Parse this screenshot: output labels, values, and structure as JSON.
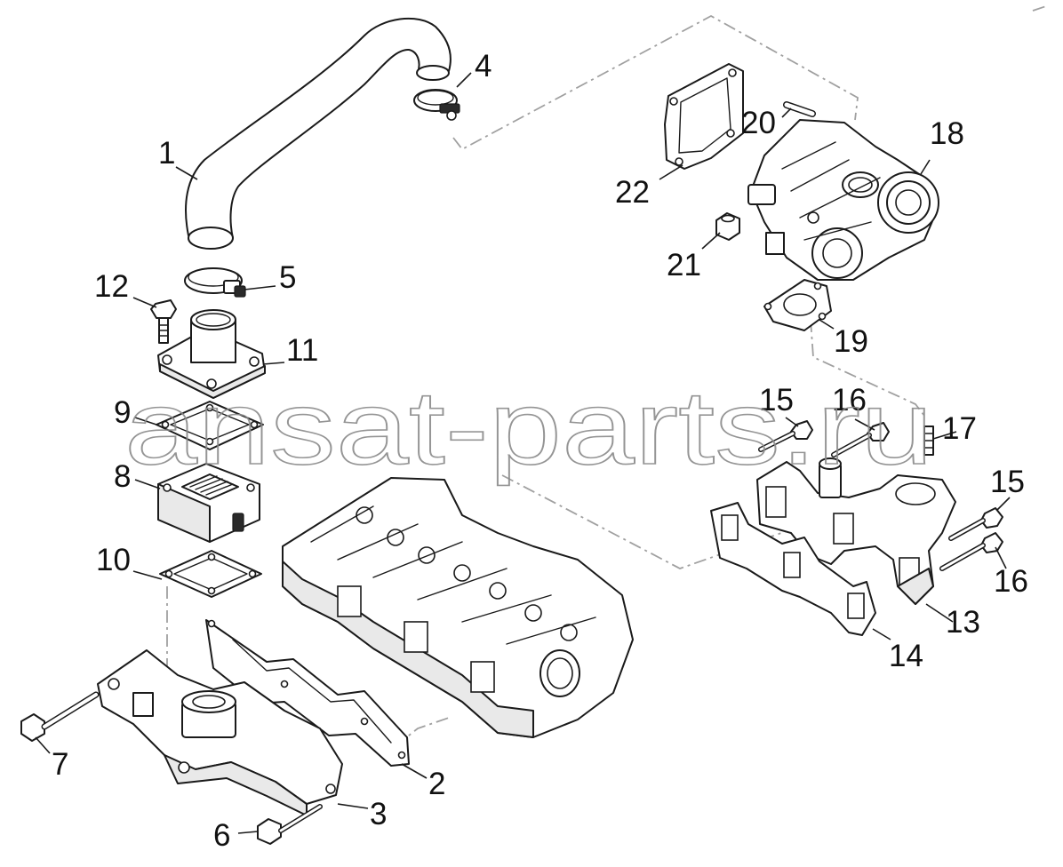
{
  "watermark": "ansat-parts.ru",
  "callouts": [
    {
      "id": "1",
      "label": "1"
    },
    {
      "id": "2",
      "label": "2"
    },
    {
      "id": "3",
      "label": "3"
    },
    {
      "id": "4",
      "label": "4"
    },
    {
      "id": "5",
      "label": "5"
    },
    {
      "id": "6",
      "label": "6"
    },
    {
      "id": "7",
      "label": "7"
    },
    {
      "id": "8",
      "label": "8"
    },
    {
      "id": "9",
      "label": "9"
    },
    {
      "id": "10",
      "label": "10"
    },
    {
      "id": "11",
      "label": "11"
    },
    {
      "id": "12",
      "label": "12"
    },
    {
      "id": "13",
      "label": "13"
    },
    {
      "id": "14",
      "label": "14"
    },
    {
      "id": "15a",
      "label": "15"
    },
    {
      "id": "15b",
      "label": "15"
    },
    {
      "id": "16a",
      "label": "16"
    },
    {
      "id": "16b",
      "label": "16"
    },
    {
      "id": "17",
      "label": "17"
    },
    {
      "id": "18",
      "label": "18"
    },
    {
      "id": "19",
      "label": "19"
    },
    {
      "id": "20",
      "label": "20"
    },
    {
      "id": "21",
      "label": "21"
    },
    {
      "id": "22",
      "label": "22"
    }
  ]
}
